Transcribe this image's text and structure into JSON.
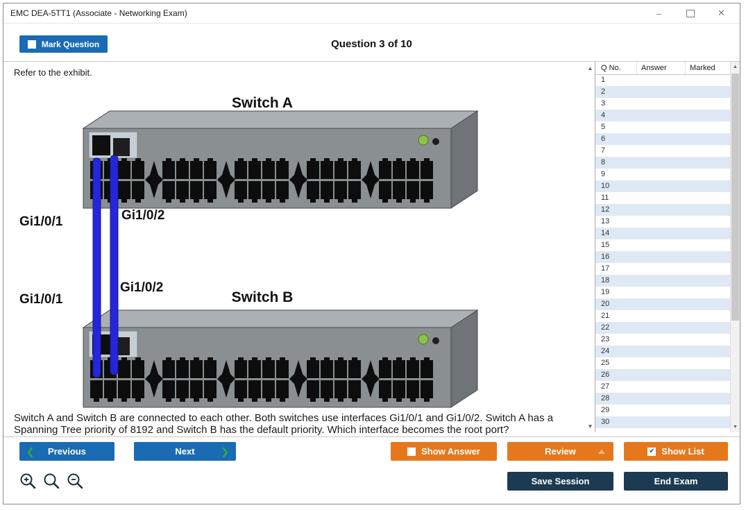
{
  "window": {
    "title": "EMC DEA-5TT1 (Associate - Networking Exam)"
  },
  "icons": {
    "minimize": "–",
    "close": "✕",
    "scroll_up": "▲",
    "scroll_down": "▼",
    "prev_chevron": "❮",
    "next_chevron": "❯",
    "check": "✔"
  },
  "header": {
    "mark_question_label": "Mark Question",
    "question_counter": "Question 3 of 10"
  },
  "content": {
    "exhibit_intro": "Refer to the exhibit.",
    "diagram": {
      "switch_a_label": "Switch A",
      "switch_b_label": "Switch B",
      "switch_a_port1_label": "Gi1/0/1",
      "switch_a_port2_label": "Gi1/0/2",
      "switch_b_port1_label": "Gi1/0/1",
      "switch_b_port2_label": "Gi1/0/2"
    },
    "question_text_line1": "Switch A and Switch B are connected to each other. Both switches use interfaces Gi1/0/1 and Gi1/0/2. Switch A has a",
    "question_text_line2": "Spanning Tree priority of 8192 and Switch B has the default priority. Which interface becomes the root port?"
  },
  "question_list": {
    "columns": [
      "Q No.",
      "Answer",
      "Marked"
    ],
    "rows": [
      {
        "q_no": "1",
        "answer": "",
        "marked": ""
      },
      {
        "q_no": "2",
        "answer": "",
        "marked": ""
      },
      {
        "q_no": "3",
        "answer": "",
        "marked": ""
      },
      {
        "q_no": "4",
        "answer": "",
        "marked": ""
      },
      {
        "q_no": "5",
        "answer": "",
        "marked": ""
      },
      {
        "q_no": "6",
        "answer": "",
        "marked": ""
      },
      {
        "q_no": "7",
        "answer": "",
        "marked": ""
      },
      {
        "q_no": "8",
        "answer": "",
        "marked": ""
      },
      {
        "q_no": "9",
        "answer": "",
        "marked": ""
      },
      {
        "q_no": "10",
        "answer": "",
        "marked": ""
      },
      {
        "q_no": "11",
        "answer": "",
        "marked": ""
      },
      {
        "q_no": "12",
        "answer": "",
        "marked": ""
      },
      {
        "q_no": "13",
        "answer": "",
        "marked": ""
      },
      {
        "q_no": "14",
        "answer": "",
        "marked": ""
      },
      {
        "q_no": "15",
        "answer": "",
        "marked": ""
      },
      {
        "q_no": "16",
        "answer": "",
        "marked": ""
      },
      {
        "q_no": "17",
        "answer": "",
        "marked": ""
      },
      {
        "q_no": "18",
        "answer": "",
        "marked": ""
      },
      {
        "q_no": "19",
        "answer": "",
        "marked": ""
      },
      {
        "q_no": "20",
        "answer": "",
        "marked": ""
      },
      {
        "q_no": "21",
        "answer": "",
        "marked": ""
      },
      {
        "q_no": "22",
        "answer": "",
        "marked": ""
      },
      {
        "q_no": "23",
        "answer": "",
        "marked": ""
      },
      {
        "q_no": "24",
        "answer": "",
        "marked": ""
      },
      {
        "q_no": "25",
        "answer": "",
        "marked": ""
      },
      {
        "q_no": "26",
        "answer": "",
        "marked": ""
      },
      {
        "q_no": "27",
        "answer": "",
        "marked": ""
      },
      {
        "q_no": "28",
        "answer": "",
        "marked": ""
      },
      {
        "q_no": "29",
        "answer": "",
        "marked": ""
      },
      {
        "q_no": "30",
        "answer": "",
        "marked": ""
      }
    ]
  },
  "footer": {
    "previous_label": "Previous",
    "next_label": "Next",
    "show_answer_label": "Show Answer",
    "review_label": "Review",
    "show_list_label": "Show List",
    "save_session_label": "Save Session",
    "end_exam_label": "End Exam"
  },
  "colors": {
    "primary_blue": "#1a6bb3",
    "accent_orange": "#e5781d",
    "dark_navy": "#1c3a52",
    "chevron_green": "#2fae3e",
    "cable_blue": "#2626d8",
    "led_green": "#8bc34a",
    "row_alt_blue": "#dfe9f5"
  }
}
